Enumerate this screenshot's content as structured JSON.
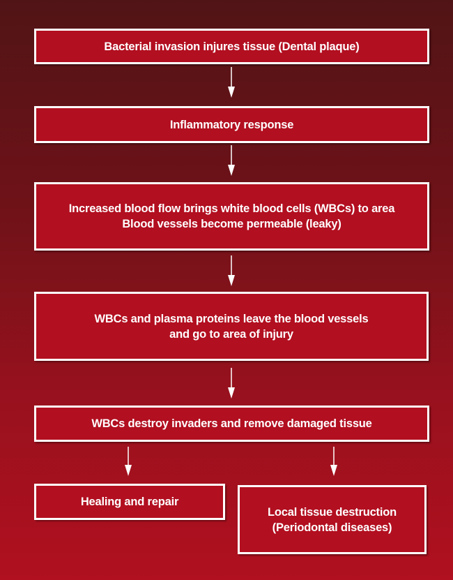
{
  "steps": {
    "bacterial_invasion": "Bacterial invasion injures tissue (Dental plaque)",
    "inflammatory_response": "Inflammatory response",
    "increased_blood_flow": [
      "Increased blood flow brings white blood cells (WBCs) to area",
      "Blood vessels become permeable (leaky)"
    ],
    "wbcs_leave_vessels": [
      "WBCs and plasma proteins leave the blood vessels",
      "and go to area of injury"
    ],
    "wbcs_destroy": "WBCs destroy invaders and remove damaged tissue",
    "healing": "Healing and repair",
    "destruction": [
      "Local tissue destruction",
      "(Periodontal diseases)"
    ]
  },
  "colors": {
    "box": "#b20f20",
    "border": "#ffffff",
    "bg_top": "#511416",
    "bg_bottom": "#b0101f"
  }
}
